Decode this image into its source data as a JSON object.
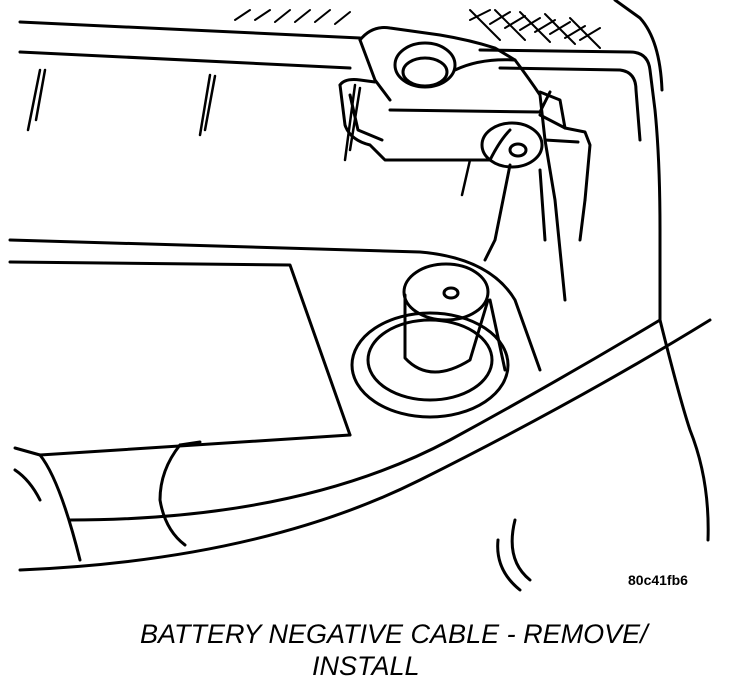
{
  "figure": {
    "reference_code": "80c41fb6",
    "caption_line_1": "BATTERY NEGATIVE CABLE - REMOVE/",
    "caption_line_2": "INSTALL"
  },
  "colors": {
    "line": "#000000",
    "background": "#ffffff"
  }
}
